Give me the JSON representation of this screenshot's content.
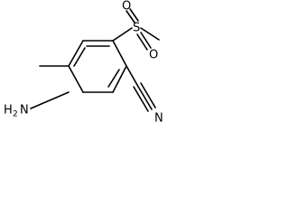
{
  "molecule": {
    "atoms": {
      "sulfur": "S",
      "oxygen_top": "O",
      "oxygen_bottom": "O",
      "nitrogen_nitrile": "N",
      "amine_main": "H",
      "amine_sub": "2",
      "amine_n": "N"
    },
    "colors": {
      "bond": "#000000",
      "text": "#000000",
      "background": "#ffffff"
    }
  }
}
